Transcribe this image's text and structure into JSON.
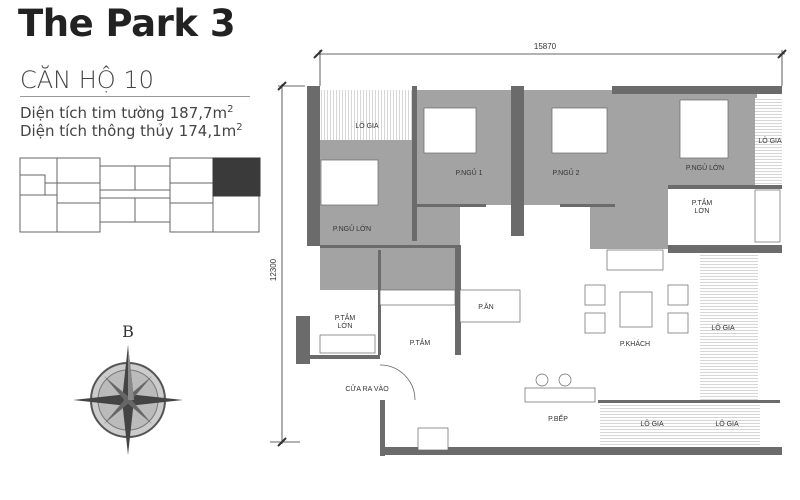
{
  "project_title": "The Park 3",
  "apartment": "CĂN HỘ 10",
  "area_wall_center": {
    "label": "Diện tích tim tường",
    "value": "187,7m",
    "unit_sup": "2"
  },
  "area_clear": {
    "label": "Diện tích thông thủy",
    "value": "174,1m",
    "unit_sup": "2"
  },
  "dimensions": {
    "width": "15870",
    "height": "12300"
  },
  "compass": {
    "north_label": "B"
  },
  "rooms": {
    "logia_top_left": "LÔ GIA",
    "master_left": "P.NGỦ LỚN",
    "bedroom1": "P.NGỦ 1",
    "bedroom2": "P.NGỦ 2",
    "master_right": "P.NGỦ LỚN",
    "logia_right_top": "LÔ GIA",
    "bath_right_1": "P.TẮM",
    "bath_right_2": "LỚN",
    "bath_left_1": "P.TẮM",
    "bath_left_2": "LỚN",
    "bath": "P.TẮM",
    "dining": "P.ĂN",
    "living": "P.KHÁCH",
    "logia_right": "LÔ GIA",
    "entrance": "CỬA RA VÀO",
    "kitchen": "P.BẾP",
    "logia_bottom_1": "LÔ GIA",
    "logia_bottom_2": "LÔ GIA"
  },
  "colors": {
    "wall": "#6b6b6b",
    "floor_dark": "#a3a3a3",
    "highlight": "#3a3a3a"
  }
}
